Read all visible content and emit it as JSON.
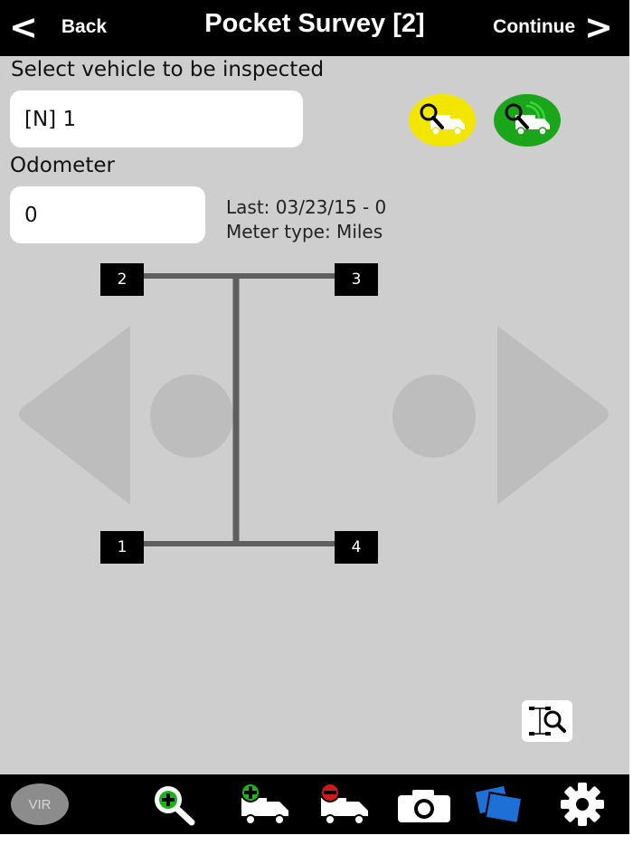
{
  "header": {
    "back_label": "Back",
    "title": "Pocket Survey [2]",
    "continue_label": "Continue"
  },
  "vehicle": {
    "label": "Select vehicle to be inspected",
    "value": "[N] 1"
  },
  "odometer": {
    "label": "Odometer",
    "value": "0",
    "last": "Last: 03/23/15 - 0",
    "meter_type": "Meter type: Miles"
  },
  "axles": {
    "front_left": "2",
    "front_right": "3",
    "rear_left": "1",
    "rear_right": "4"
  },
  "toolbar": {
    "vir_label": "VIR",
    "icons": [
      "zoom-in-icon",
      "add-vehicle-icon",
      "remove-vehicle-icon",
      "camera-icon",
      "cards-icon",
      "gear-icon"
    ]
  },
  "colors": {
    "background": "#cecece",
    "bar": "#000000",
    "search_yellow": "#f2e600",
    "search_green": "#1aa51a",
    "add_green": "#18b418",
    "remove_red": "#d01818",
    "cards_blue": "#1e6fd6"
  }
}
